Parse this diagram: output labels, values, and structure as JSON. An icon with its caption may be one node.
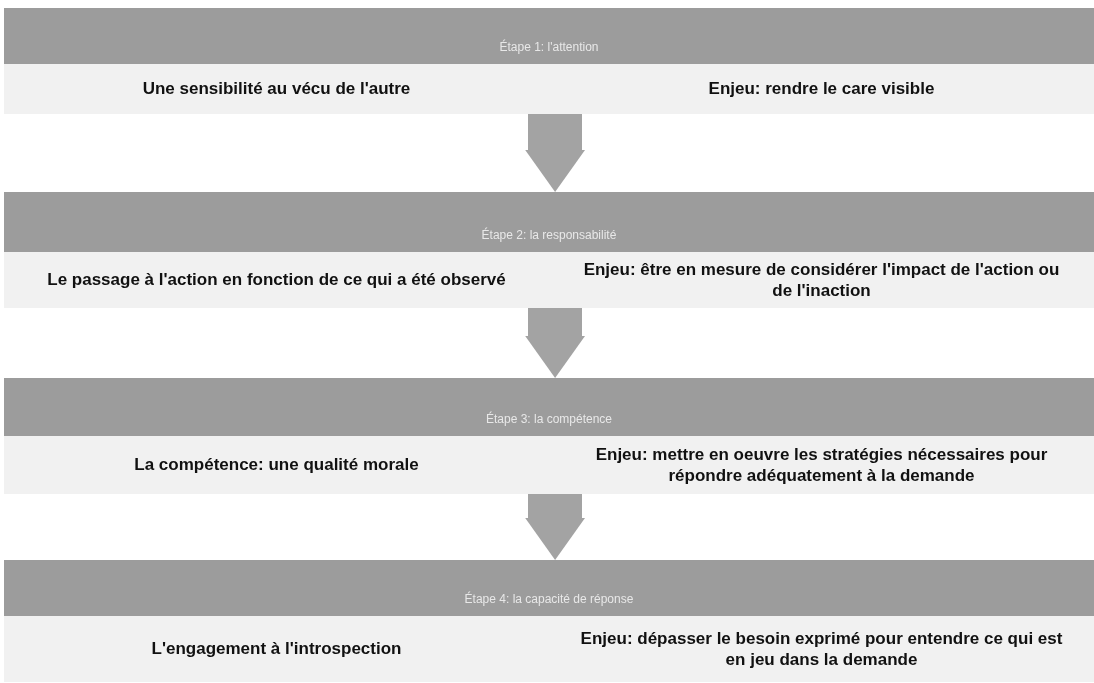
{
  "diagram": {
    "nodes": [
      {
        "text": [
          "Étape 1:  l'attention",
          "Une sensibilité au vécu de l'autre",
          "Enjeu:  rendre le care visible"
        ]
      },
      {
        "text": [
          "Étape 2:  la responsabilité",
          "Le passage à l'action en fonction de ce qui a été observé",
          "Enjeu:  être en mesure de considérer l'impact de l'action ou de l'inaction"
        ]
      },
      {
        "text": [
          "Étape 3:  la compétence",
          "La compétence:  une qualité morale",
          "Enjeu:  mettre en oeuvre les stratégies nécessaires pour répondre adéquatement à la demande"
        ]
      },
      {
        "text": [
          "Étape 4:  la capacité de réponse",
          "L'engagement à l'introspection",
          "Enjeu:  dépasser le besoin exprimé pour entendre ce qui est en jeu dans la demande"
        ]
      }
    ],
    "edges": [
      {
        "from": 0,
        "to": 1,
        "arrow": "to"
      },
      {
        "from": 1,
        "to": 2,
        "arrow": "to"
      },
      {
        "from": 2,
        "to": 3,
        "arrow": "to"
      }
    ]
  }
}
